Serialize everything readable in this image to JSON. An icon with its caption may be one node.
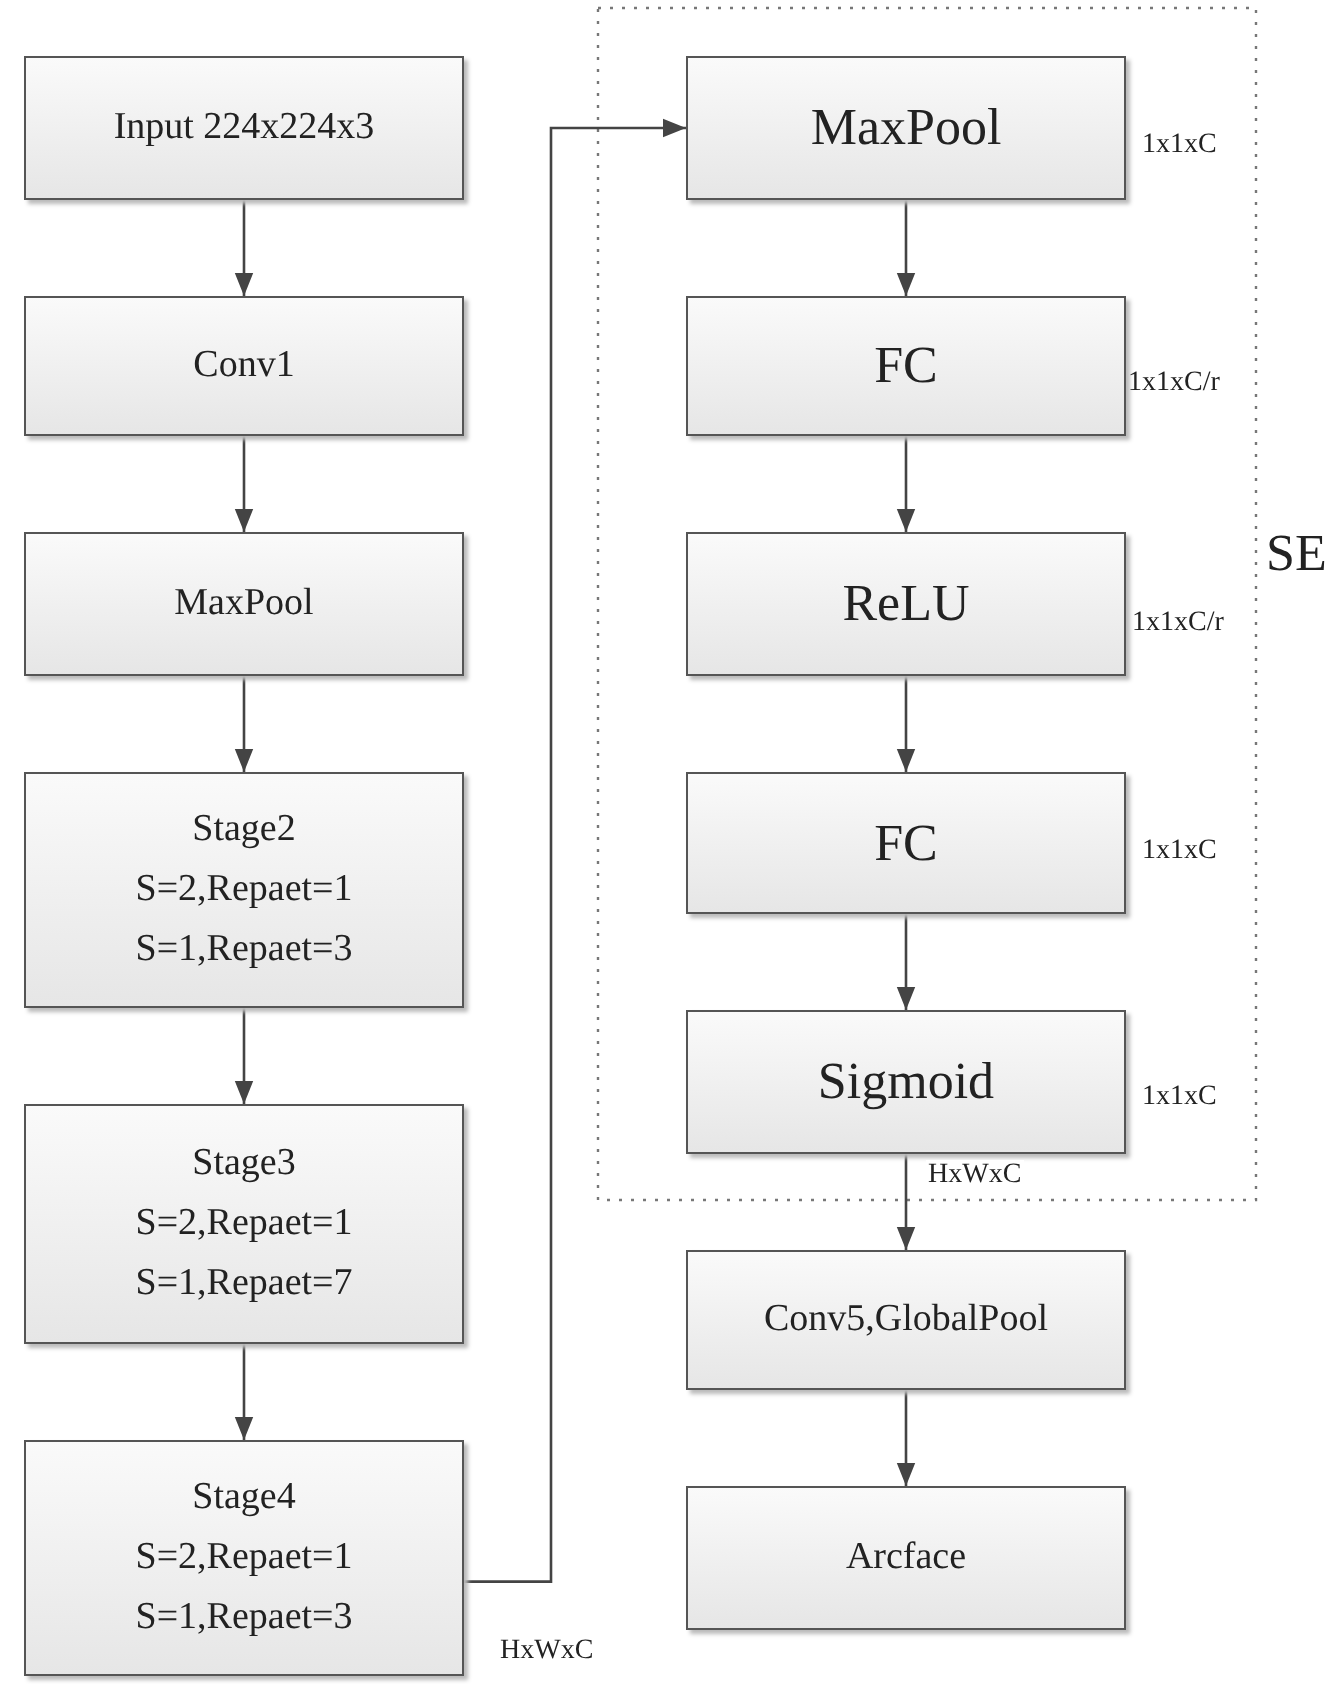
{
  "diagram": {
    "nodes": [
      {
        "text": [
          "Input  224x224x3"
        ]
      },
      {
        "text": [
          "Conv1"
        ]
      },
      {
        "text": [
          "MaxPool"
        ]
      },
      {
        "text": [
          "Stage2",
          "S=2,Repaet=1",
          "S=1,Repaet=3"
        ]
      },
      {
        "text": [
          "Stage3",
          "S=2,Repaet=1",
          "S=1,Repaet=7"
        ]
      },
      {
        "text": [
          "Stage4",
          "S=2,Repaet=1",
          "S=1,Repaet=3"
        ],
        "beside": [
          "HxWxC"
        ]
      },
      {
        "text": [
          "SE"
        ]
      },
      {
        "text": [
          "MaxPool"
        ],
        "in": 6,
        "beside": [
          "1x1xC"
        ]
      },
      {
        "text": [
          "FC"
        ],
        "in": 6,
        "beside": [
          "1x1xC/r"
        ]
      },
      {
        "text": [
          "ReLU"
        ],
        "in": 6,
        "beside": [
          "1x1xC/r"
        ]
      },
      {
        "text": [
          "FC"
        ],
        "in": 6,
        "beside": [
          "1x1xC"
        ]
      },
      {
        "text": [
          "Sigmoid"
        ],
        "in": 6,
        "beside": [
          "1x1xC"
        ]
      },
      {
        "text": [
          "Conv5,GlobalPool"
        ]
      },
      {
        "text": [
          "Arcface"
        ]
      }
    ],
    "edges": [
      {
        "from": 0,
        "to": 1,
        "arrow": "to"
      },
      {
        "from": 1,
        "to": 2,
        "arrow": "to"
      },
      {
        "from": 2,
        "to": 3,
        "arrow": "to"
      },
      {
        "from": 3,
        "to": 4,
        "arrow": "to"
      },
      {
        "from": 4,
        "to": 5,
        "arrow": "to"
      },
      {
        "from": 5,
        "to": 7,
        "arrow": "to"
      },
      {
        "from": 7,
        "to": 8,
        "arrow": "to"
      },
      {
        "from": 8,
        "to": 9,
        "arrow": "to"
      },
      {
        "from": 9,
        "to": 10,
        "arrow": "to"
      },
      {
        "from": 10,
        "to": 11,
        "arrow": "to"
      },
      {
        "from": 11,
        "to": 12,
        "arrow": "to",
        "label": "HxWxC"
      },
      {
        "from": 12,
        "to": 13,
        "arrow": "to"
      }
    ]
  }
}
